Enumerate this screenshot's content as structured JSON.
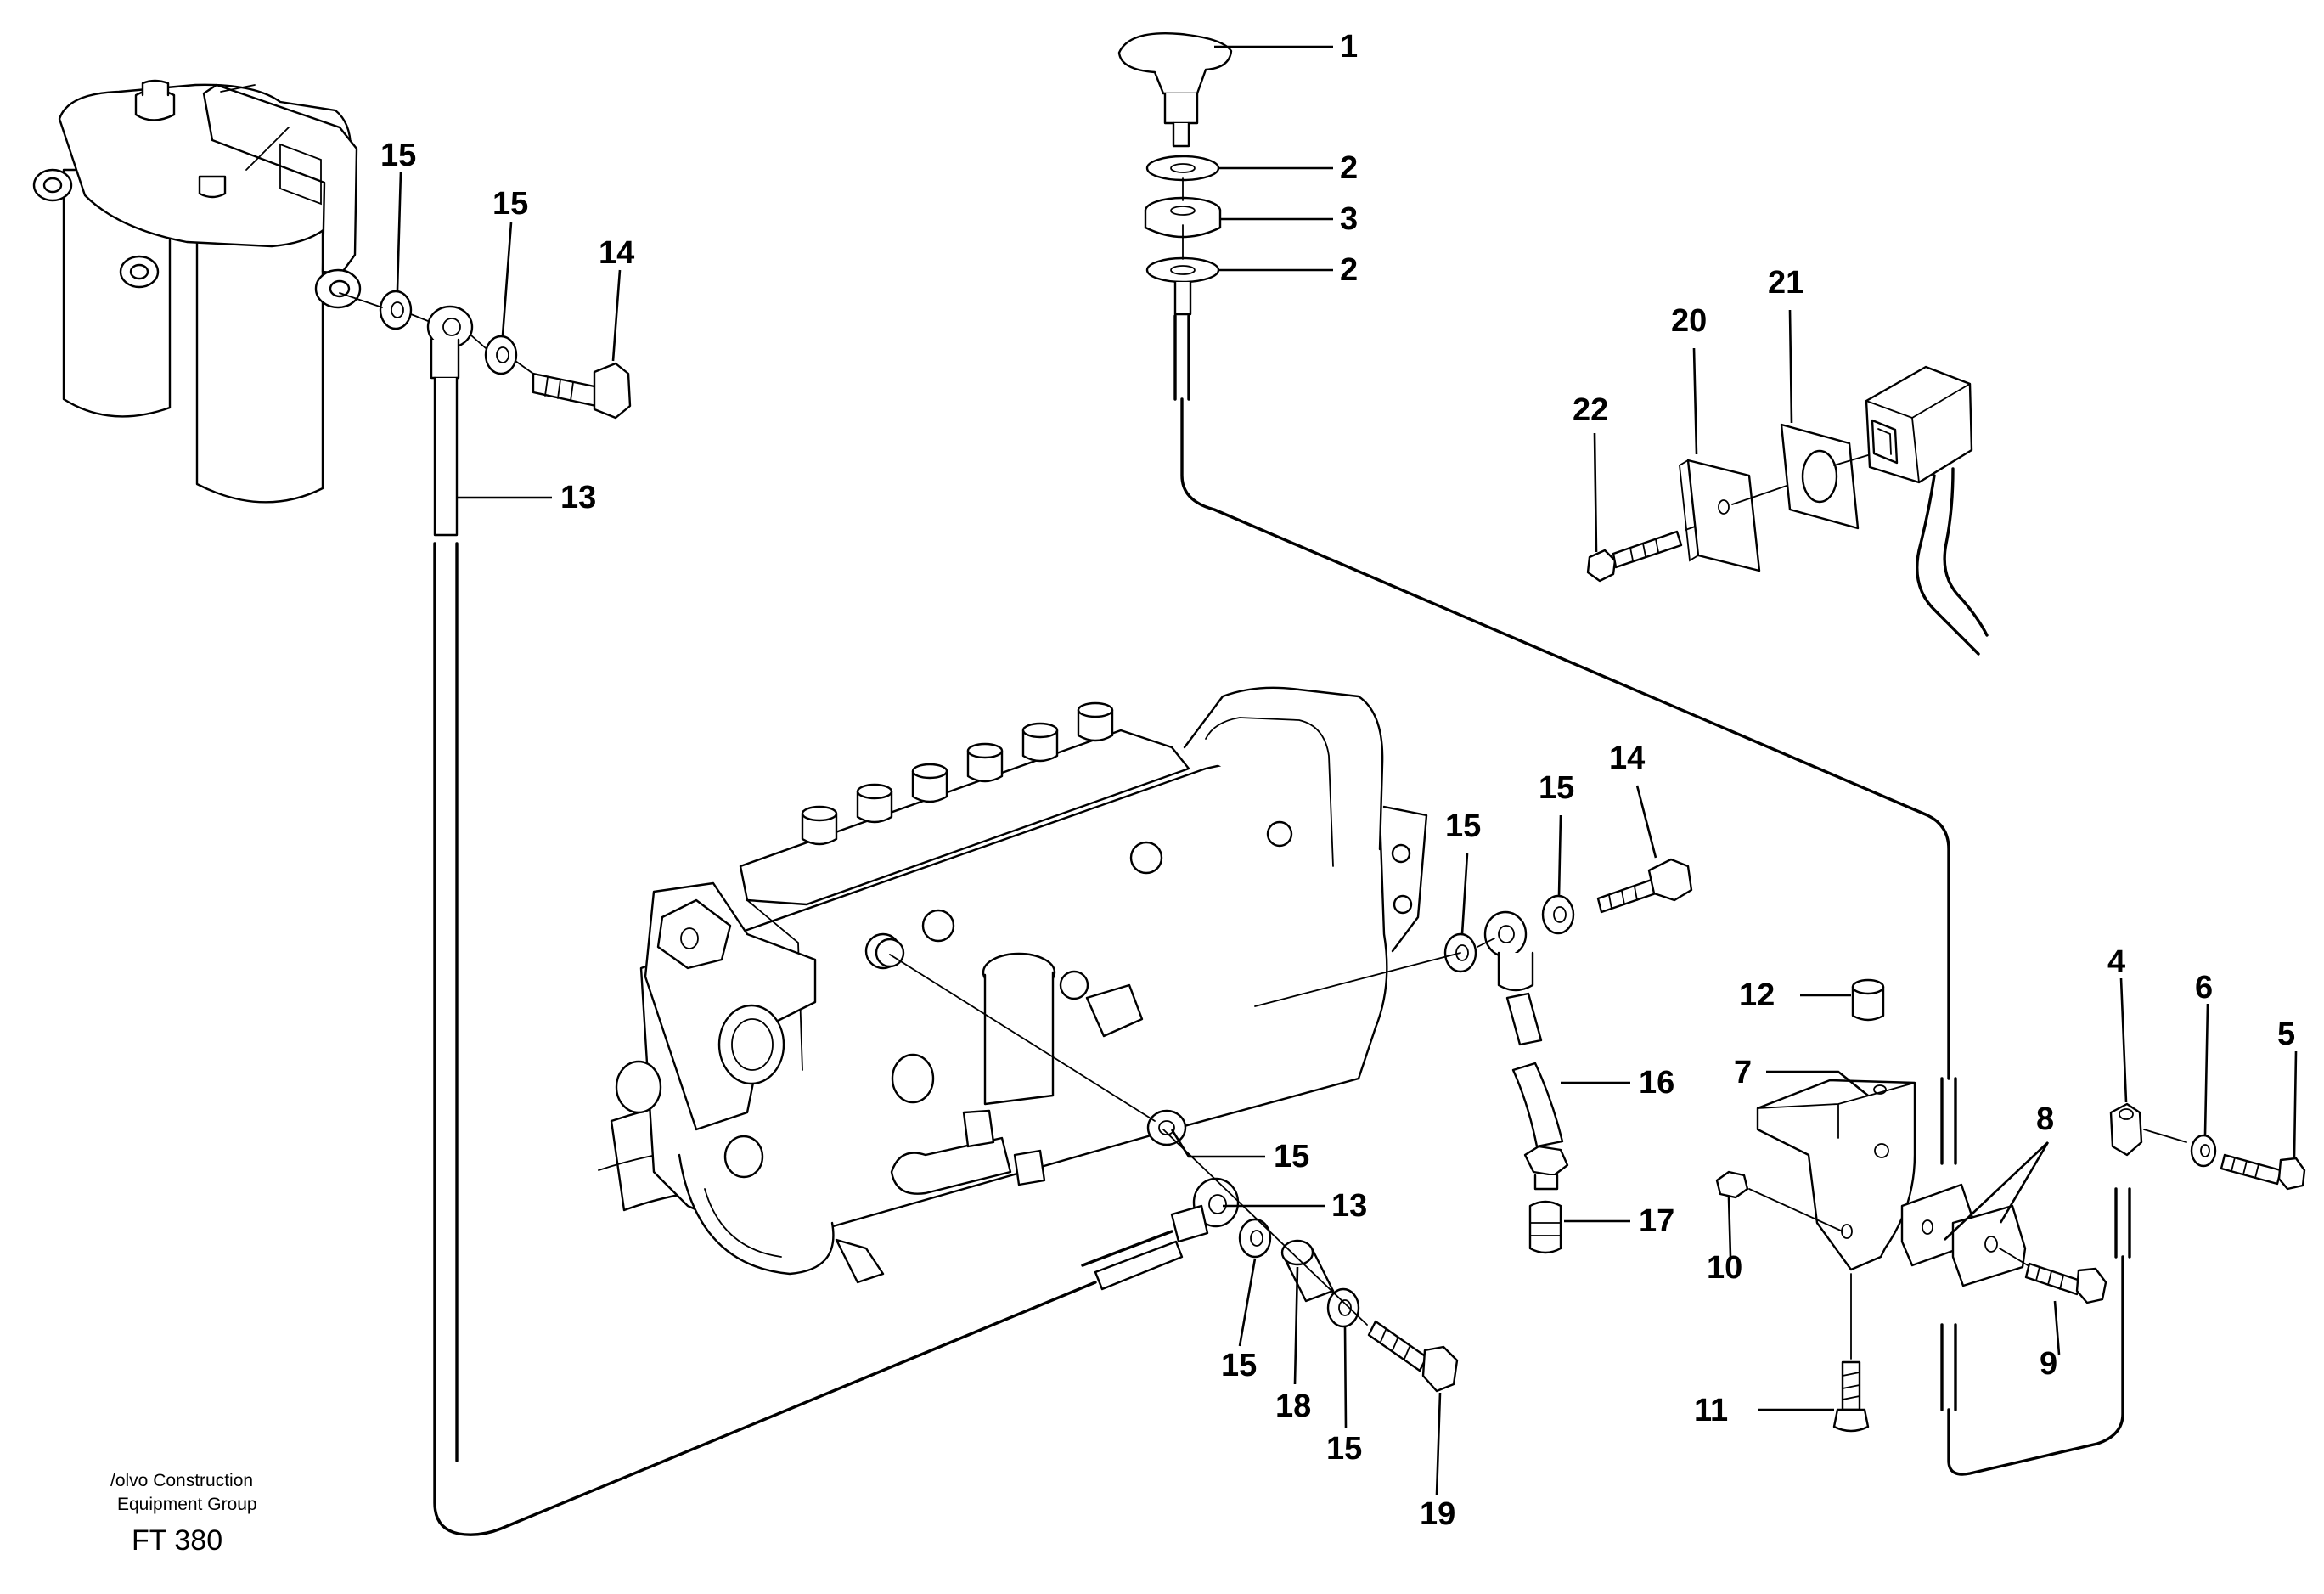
{
  "callouts": [
    {
      "id": "c1",
      "text": "1"
    },
    {
      "id": "c2a",
      "text": "2"
    },
    {
      "id": "c3",
      "text": "3"
    },
    {
      "id": "c2b",
      "text": "2"
    },
    {
      "id": "c15a",
      "text": "15"
    },
    {
      "id": "c15b",
      "text": "15"
    },
    {
      "id": "c14a",
      "text": "14"
    },
    {
      "id": "c13a",
      "text": "13"
    },
    {
      "id": "c22",
      "text": "22"
    },
    {
      "id": "c20",
      "text": "20"
    },
    {
      "id": "c21",
      "text": "21"
    },
    {
      "id": "c15c",
      "text": "15"
    },
    {
      "id": "c15d",
      "text": "15"
    },
    {
      "id": "c14b",
      "text": "14"
    },
    {
      "id": "c16",
      "text": "16"
    },
    {
      "id": "c17",
      "text": "17"
    },
    {
      "id": "c12",
      "text": "12"
    },
    {
      "id": "c7",
      "text": "7"
    },
    {
      "id": "c8",
      "text": "8"
    },
    {
      "id": "c10",
      "text": "10"
    },
    {
      "id": "c9",
      "text": "9"
    },
    {
      "id": "c11",
      "text": "11"
    },
    {
      "id": "c4",
      "text": "4"
    },
    {
      "id": "c6",
      "text": "6"
    },
    {
      "id": "c5",
      "text": "5"
    },
    {
      "id": "c15e",
      "text": "15"
    },
    {
      "id": "c13b",
      "text": "13"
    },
    {
      "id": "c15f",
      "text": "15"
    },
    {
      "id": "c18",
      "text": "18"
    },
    {
      "id": "c15g",
      "text": "15"
    },
    {
      "id": "c19",
      "text": "19"
    }
  ],
  "footer": {
    "company_line1": "/olvo Construction",
    "company_line2": "Equipment Group",
    "figure_code": "FT 380"
  }
}
